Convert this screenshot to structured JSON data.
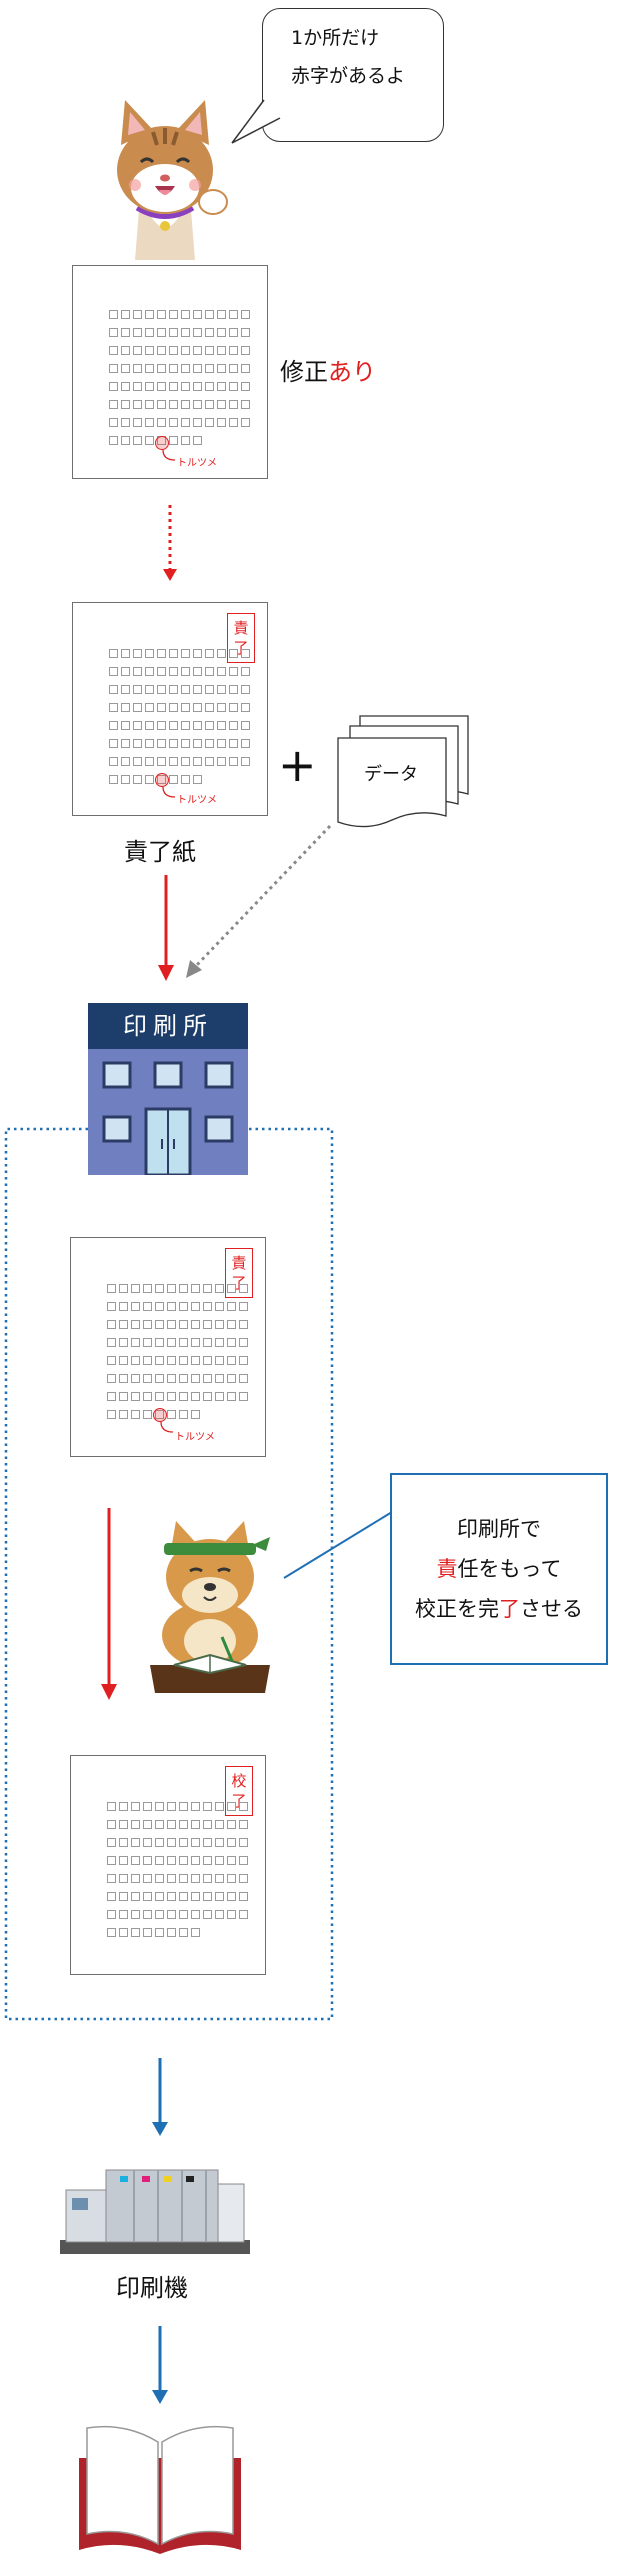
{
  "speech_bubble": {
    "line1": "1か所だけ",
    "line2": "赤字があるよ"
  },
  "correction_label": {
    "prefix": "修正",
    "emphasis": "あり"
  },
  "stamp_seki": {
    "top": "責",
    "bottom": "了"
  },
  "stamp_kou": {
    "top": "校",
    "bottom": "了"
  },
  "mark_text": "トルツメ",
  "plus_sign": "+",
  "data_sheet_label": "データ",
  "sekiryo_label": "責了紙",
  "printshop_sign": "印刷所",
  "callout": {
    "line1": "印刷所で",
    "line2_red": "責",
    "line2_rest": "任をもって",
    "line3_a": "校正を完",
    "line3_red": "了",
    "line3_b": "させる"
  },
  "press_label": "印刷機",
  "colors": {
    "red": "#e02020",
    "blue": "#1f6fb5",
    "navy": "#1d3d6b",
    "building": "#6f7fbf"
  }
}
